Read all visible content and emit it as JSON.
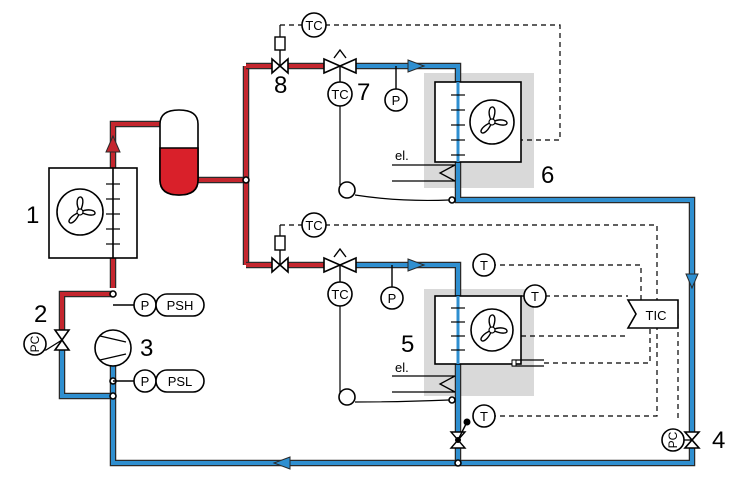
{
  "labels": {
    "n1": "1",
    "n2": "2",
    "n3": "3",
    "n4": "4",
    "n5": "5",
    "n6": "6",
    "n7": "7",
    "n8": "8"
  },
  "instruments": {
    "tc": "TC",
    "p": "P",
    "t": "T",
    "psh": "PSH",
    "psl": "PSL",
    "tic": "TIC",
    "pc": "PC"
  },
  "heater": "el.",
  "colors": {
    "hot_line": "#c4262e",
    "cold_line": "#2f8fd0",
    "receiver_fill": "#d9202a",
    "enclosure": "#d9d9d9"
  },
  "icons": [
    "fan-icon",
    "valve-icon",
    "compressor-icon",
    "receiver-tank-icon",
    "flow-arrow-icon",
    "solenoid-icon"
  ]
}
